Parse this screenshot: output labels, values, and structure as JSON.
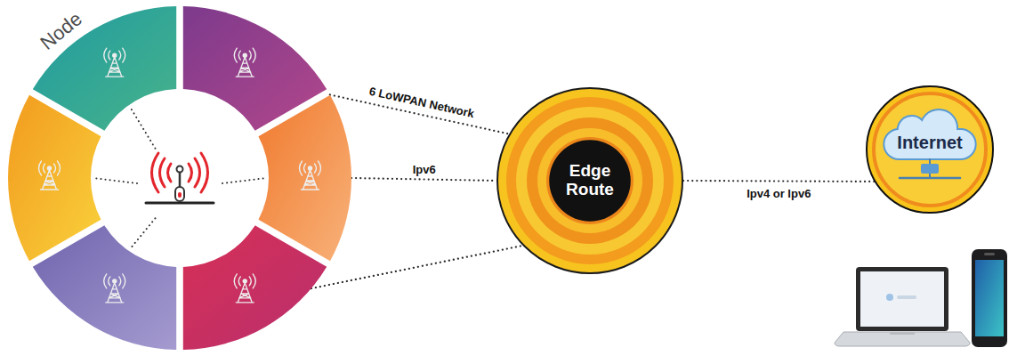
{
  "diagram": {
    "nodes": [
      {
        "text": [
          "Node"
        ]
      },
      {
        "text": [
          "Edge Route"
        ]
      },
      {
        "text": [
          "Internet"
        ]
      }
    ],
    "edges": [
      {
        "from": 0,
        "to": 1,
        "label": "6 LoWPAN Network",
        "arrow": "none"
      },
      {
        "from": 0,
        "to": 1,
        "label": "Ipv6",
        "arrow": "none"
      },
      {
        "from": 0,
        "to": 1,
        "arrow": "none"
      },
      {
        "from": 1,
        "to": 2,
        "label": "Ipv4 or Ipv6",
        "arrow": "none"
      }
    ]
  }
}
